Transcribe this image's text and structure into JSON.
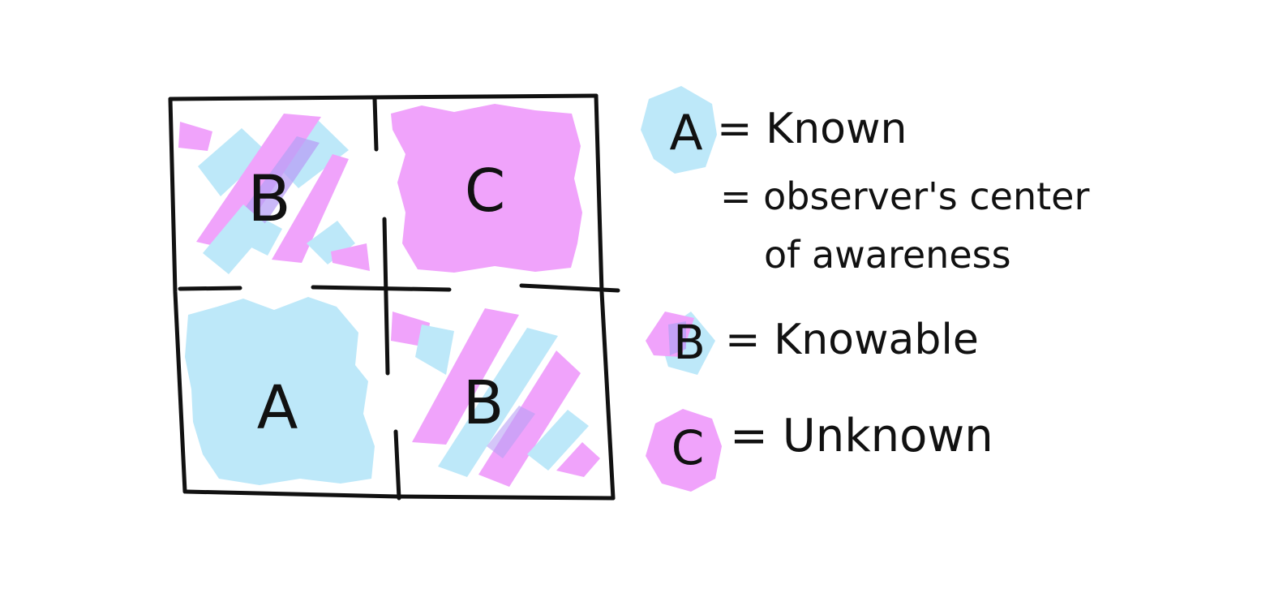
{
  "grid": {
    "cells": [
      {
        "position": "top-left",
        "letter": "B"
      },
      {
        "position": "top-right",
        "letter": "C"
      },
      {
        "position": "bottom-left",
        "letter": "A"
      },
      {
        "position": "bottom-right",
        "letter": "B"
      }
    ]
  },
  "legend": {
    "items": [
      {
        "key": "A",
        "text": "= Known",
        "extra_lines": [
          "= observer's center",
          "of awareness"
        ],
        "swatch": "blue"
      },
      {
        "key": "B",
        "text": "= Knowable",
        "swatch": "pink-and-blue"
      },
      {
        "key": "C",
        "text": "= Unknown",
        "swatch": "pink"
      }
    ]
  },
  "colors": {
    "blue": "#bde8f9",
    "pink": "#f0a3fb",
    "overlap": "#b8a0f5",
    "ink": "#111111"
  }
}
